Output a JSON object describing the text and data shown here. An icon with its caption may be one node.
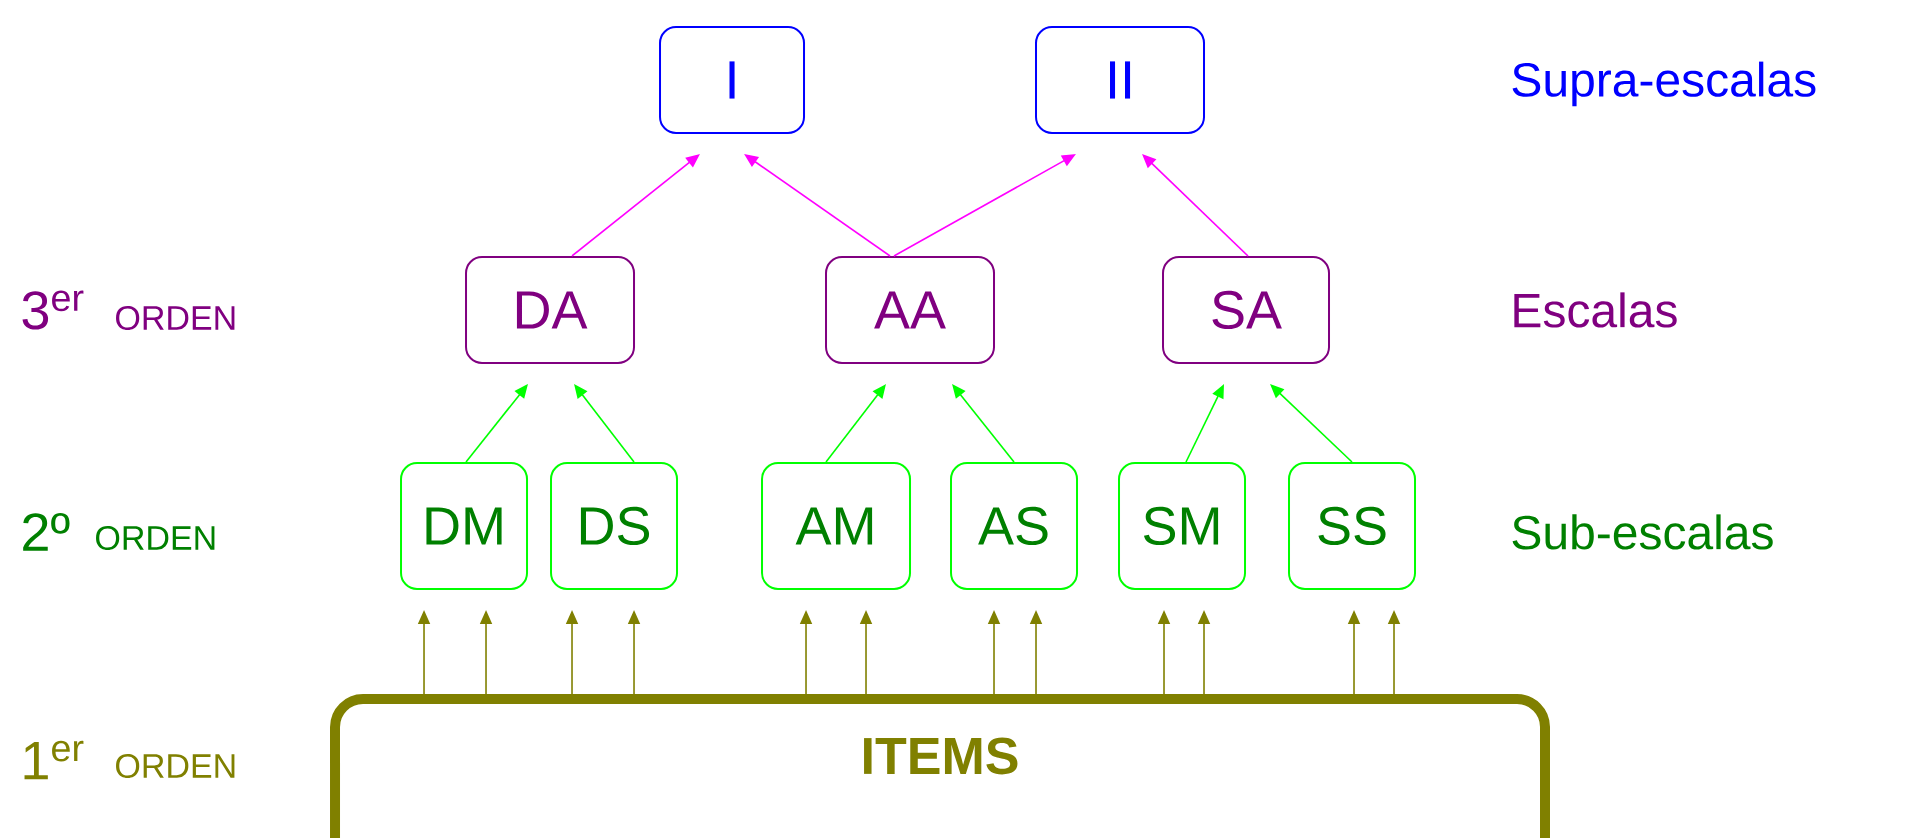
{
  "diagram": {
    "nodes": [
      {
        "text": [
          "I"
        ]
      },
      {
        "text": [
          "II"
        ]
      },
      {
        "text": [
          "DA"
        ]
      },
      {
        "text": [
          "AA"
        ]
      },
      {
        "text": [
          "SA"
        ]
      },
      {
        "text": [
          "DM"
        ]
      },
      {
        "text": [
          "DS"
        ]
      },
      {
        "text": [
          "AM"
        ]
      },
      {
        "text": [
          "AS"
        ]
      },
      {
        "text": [
          "SM"
        ]
      },
      {
        "text": [
          "SS"
        ]
      },
      {
        "text": [
          "ITEMS"
        ]
      }
    ],
    "edges": [
      {
        "from": 2,
        "to": 0,
        "arrow": "to",
        "color": "#ff00ff"
      },
      {
        "from": 3,
        "to": 0,
        "arrow": "to",
        "color": "#ff00ff"
      },
      {
        "from": 3,
        "to": 1,
        "arrow": "to",
        "color": "#ff00ff"
      },
      {
        "from": 4,
        "to": 1,
        "arrow": "to",
        "color": "#ff00ff"
      },
      {
        "from": 5,
        "to": 2,
        "arrow": "to",
        "color": "#00ff00"
      },
      {
        "from": 6,
        "to": 2,
        "arrow": "to",
        "color": "#00ff00"
      },
      {
        "from": 7,
        "to": 3,
        "arrow": "to",
        "color": "#00ff00"
      },
      {
        "from": 8,
        "to": 3,
        "arrow": "to",
        "color": "#00ff00"
      },
      {
        "from": 9,
        "to": 4,
        "arrow": "to",
        "color": "#00ff00"
      },
      {
        "from": 10,
        "to": 4,
        "arrow": "to",
        "color": "#00ff00"
      },
      {
        "from": 11,
        "to": 5,
        "arrow": "to"
      },
      {
        "from": 11,
        "to": 5,
        "arrow": "to"
      },
      {
        "from": 11,
        "to": 6,
        "arrow": "to"
      },
      {
        "from": 11,
        "to": 6,
        "arrow": "to"
      },
      {
        "from": 11,
        "to": 7,
        "arrow": "to"
      },
      {
        "from": 11,
        "to": 7,
        "arrow": "to"
      },
      {
        "from": 11,
        "to": 8,
        "arrow": "to"
      },
      {
        "from": 11,
        "to": 8,
        "arrow": "to"
      },
      {
        "from": 11,
        "to": 9,
        "arrow": "to"
      },
      {
        "from": 11,
        "to": 9,
        "arrow": "to"
      },
      {
        "from": 11,
        "to": 10,
        "arrow": "to"
      },
      {
        "from": 11,
        "to": 10,
        "arrow": "to"
      }
    ],
    "labels": [
      "Supra-escalas",
      "3$^{er}$",
      "ORDEN",
      "Escalas",
      "2º",
      "ORDEN",
      "Sub-escalas",
      "1$^{er}$",
      "ORDEN"
    ]
  }
}
